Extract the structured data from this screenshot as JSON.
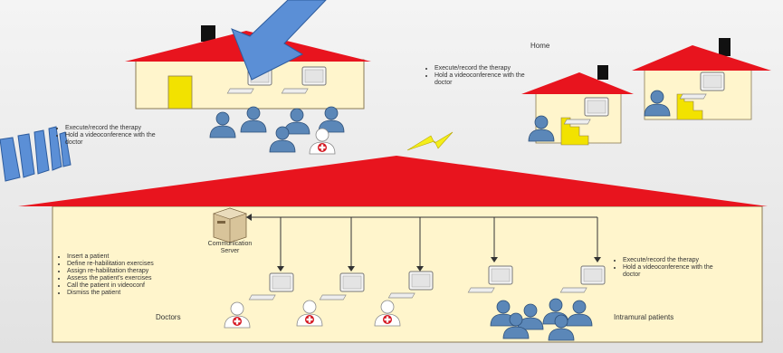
{
  "labels": {
    "home": "Home",
    "server_line1": "Communication",
    "server_line2": "Server",
    "doctors": "Doctors",
    "intramural": "Intramural patients"
  },
  "lists": {
    "home_tasks": [
      "Execute/record the therapy",
      "Hold a videoconference with the doctor"
    ],
    "left_house_tasks": [
      "Execute/record the therapy",
      "Hold a videoconference with the doctor"
    ],
    "doctor_tasks": [
      "Insert a patient",
      "Define re-habilitation exercises",
      "Assign re-habilitation therapy",
      "Assess the patient's exercises",
      "Call the patient in videoconf",
      "Dismiss the patient"
    ],
    "intramural_tasks": [
      "Execute/record the therapy",
      "Hold a videoconference with the doctor"
    ]
  },
  "colors": {
    "roof": "#e8141e",
    "wall": "#fff5cc",
    "chimney": "#111111",
    "door": "#f2e200",
    "person": "#5b87b8",
    "arrow": "#5b8fd6",
    "bolt": "#f4ee1a"
  }
}
